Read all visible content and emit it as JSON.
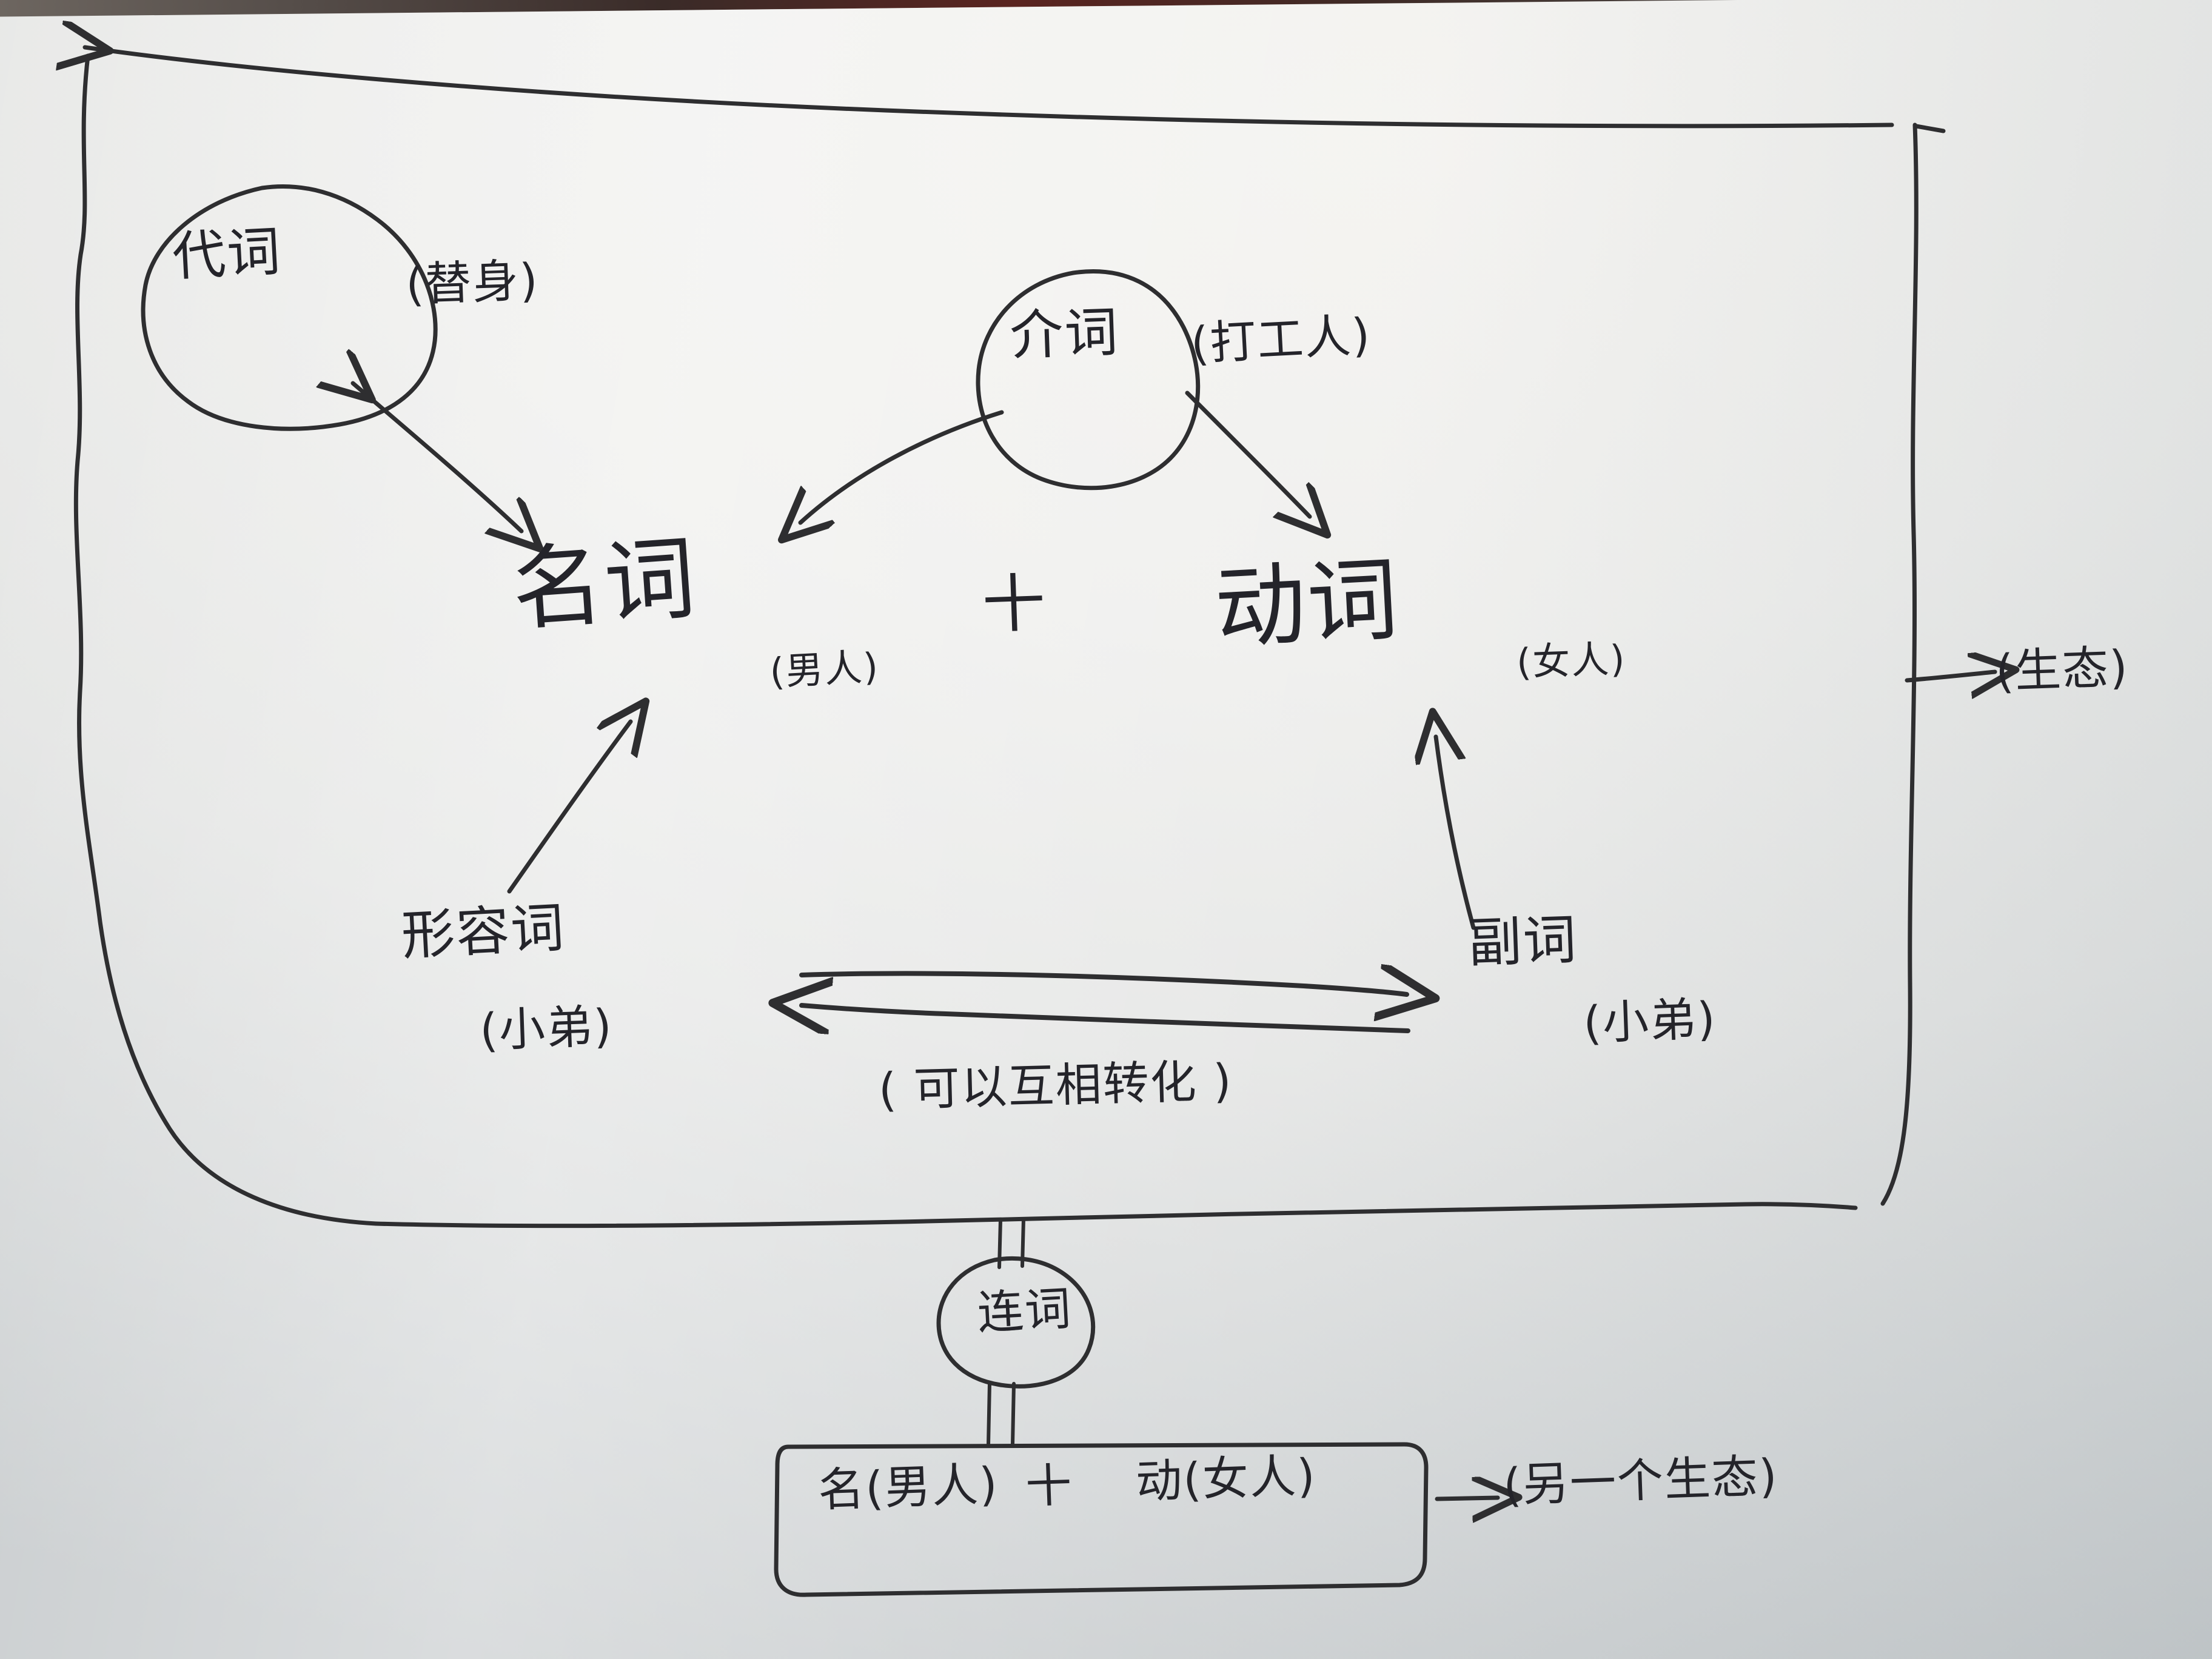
{
  "diagram": {
    "title_note": "handwritten Chinese grammar / parts-of-speech mind map on white paper",
    "nodes": {
      "pronoun": {
        "term": "代词",
        "note": "(替身)"
      },
      "preposition": {
        "term": "介词",
        "note": "(打工人)"
      },
      "noun": {
        "term": "名词",
        "note": "(男人)"
      },
      "plus": "十",
      "verb": {
        "term": "动词",
        "note": "(女人)"
      },
      "adjective": {
        "term": "形容词",
        "note": "(小弟)"
      },
      "adverb": {
        "term": "副词",
        "note": "(小弟)"
      },
      "conjunction": {
        "term": "连词"
      },
      "mutual_note": "( 可以互相转化 )",
      "ecosystem_note": "(生态)",
      "second_ecosystem_note": "(另一个生态)",
      "bottom_box": {
        "left": "名(男人)",
        "plus": "十",
        "right": "动(女人)"
      }
    },
    "colors": {
      "ink": "#2e2e30",
      "paper": "#eeeeec",
      "desk": "#3a2b28"
    }
  }
}
